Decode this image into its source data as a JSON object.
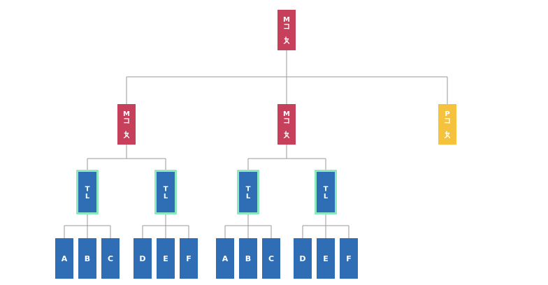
{
  "colors": {
    "manager": "#c7405b",
    "partner": "#f5c23e",
    "team_lead": "#2f6db5",
    "team_lead_glow": "#8be8bf",
    "member": "#2f6db5",
    "connector": "#9a9a9a"
  },
  "root": {
    "label": "Mコース",
    "children": [
      {
        "label": "Mコース",
        "teams": [
          {
            "label": "TL",
            "members": [
              "A",
              "B",
              "C"
            ]
          },
          {
            "label": "TL",
            "members": [
              "D",
              "E",
              "F"
            ]
          }
        ]
      },
      {
        "label": "Mコース",
        "teams": [
          {
            "label": "TL",
            "members": [
              "A",
              "B",
              "C"
            ]
          },
          {
            "label": "TL",
            "members": [
              "D",
              "E",
              "F"
            ]
          }
        ]
      },
      {
        "label": "Pコース",
        "teams": []
      }
    ]
  }
}
